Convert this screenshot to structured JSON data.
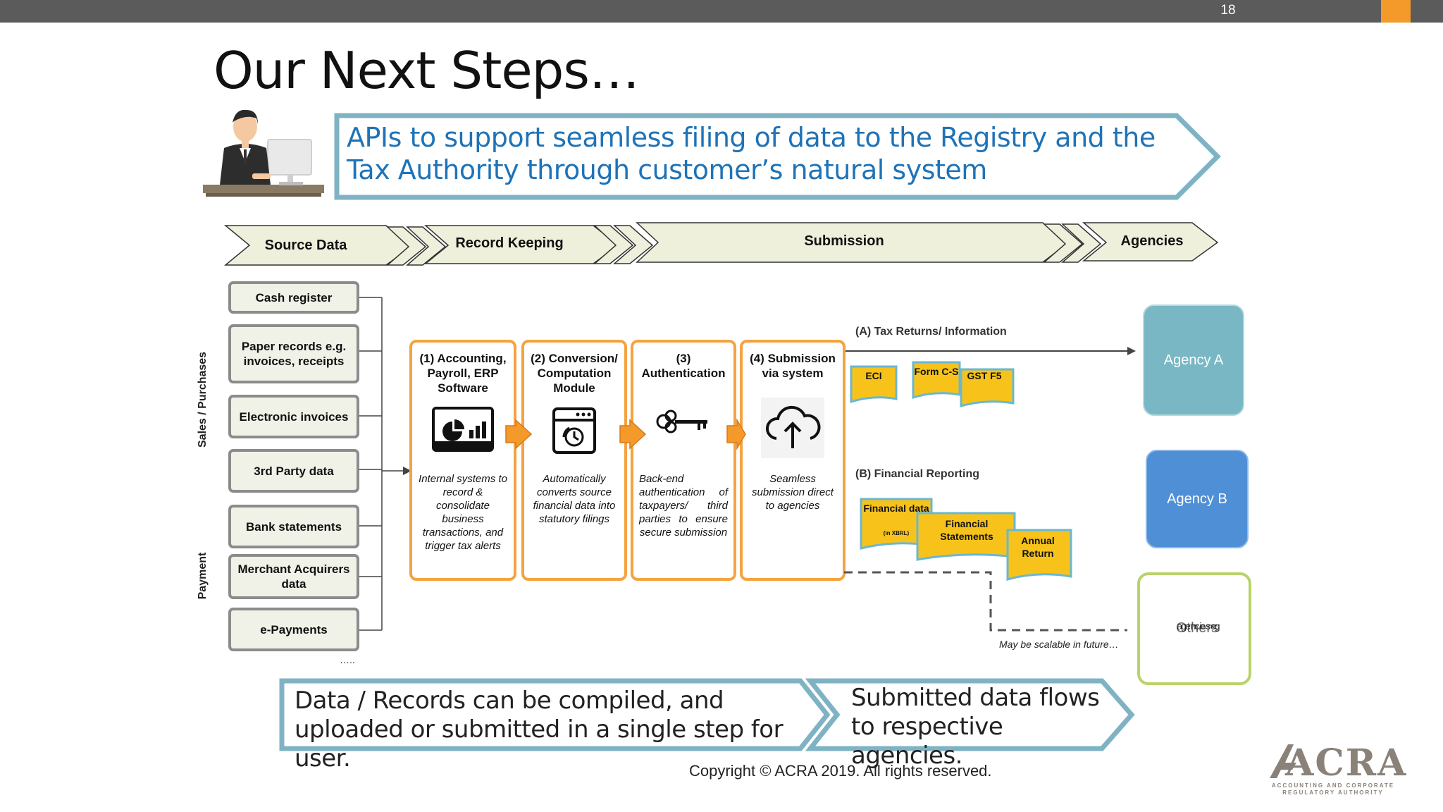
{
  "page_number": "18",
  "title": "Our Next Steps…",
  "banner": "APIs to support seamless filing of data to the Registry and the Tax Authority through customer’s natural system",
  "stages": [
    "Source Data",
    "Record Keeping",
    "Submission",
    "Agencies"
  ],
  "side_labels": {
    "sales": "Sales / Purchases",
    "payment": "Payment"
  },
  "source_items": [
    "Cash register",
    "Paper records e.g. invoices, receipts",
    "Electronic invoices",
    "3rd Party data",
    "Bank statements",
    "Merchant Acquirers data",
    "e-Payments"
  ],
  "source_more": "…..",
  "process_steps": [
    {
      "title": "(1) Accounting, Payroll, ERP Software",
      "desc": "Internal systems to record & consolidate business transactions, and trigger tax alerts",
      "icon": "dashboard-icon"
    },
    {
      "title": "(2) Conversion/ Computation Module",
      "desc": "Automatically converts source financial data into statutory filings",
      "icon": "computation-window-icon"
    },
    {
      "title": "(3) Authentication",
      "desc": "Back-end authentication of taxpayers/ third parties to ensure secure submission",
      "icon": "key-icon"
    },
    {
      "title": "(4) Submission via system",
      "desc": "Seamless submission direct to agencies",
      "icon": "cloud-upload-icon"
    }
  ],
  "tax_section": {
    "label": "(A) Tax Returns/ Information",
    "docs": [
      "ECI",
      "Form C-S",
      "GST F5"
    ]
  },
  "financial_section": {
    "label": "(B) Financial Reporting",
    "docs": [
      "Financial data",
      "(in XBRL)",
      "Financial Statements",
      "Annual Return"
    ]
  },
  "scalable_note": "May be scalable in future…",
  "agencies": [
    {
      "name": "Agency A",
      "color": "#79b7c4"
    },
    {
      "name": "Agency B",
      "color": "#4f8fd6"
    },
    {
      "name": "Others",
      "overlay": "age nc ie s eg",
      "color": "#9bbf3a"
    }
  ],
  "bottom_left": "Data / Records can be compiled, and uploaded or submitted in a single step for user.",
  "bottom_right": "Submitted data flows to respective agencies.",
  "copyright": "Copyright © ACRA 2019. All rights reserved.",
  "logo": {
    "name": "ACRA",
    "sub1": "Accounting and Corporate",
    "sub2": "Regulatory Authority"
  },
  "colors": {
    "banner_border": "#7fb3c4",
    "process_border": "#f4a340",
    "arrow": "#f39a2b",
    "doc_fill": "#f7c31b",
    "doc_border": "#6ab7d0"
  }
}
